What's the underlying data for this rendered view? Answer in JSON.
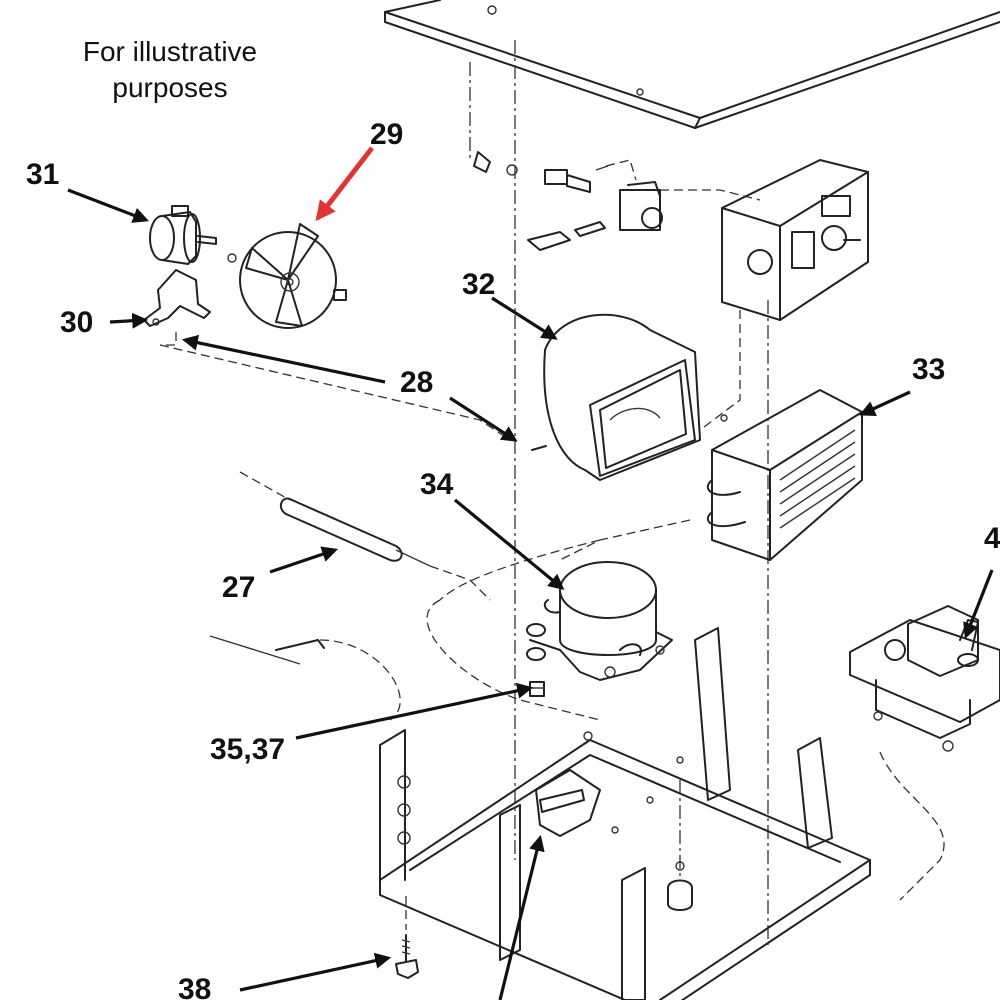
{
  "note": {
    "line1": "For illustrative",
    "line2": "purposes"
  },
  "callouts": {
    "c27": "27",
    "c28": "28",
    "c29": "29",
    "c30": "30",
    "c31": "31",
    "c32": "32",
    "c33": "33",
    "c34": "34",
    "c35_37": "35,37",
    "c38": "38",
    "c4_partial": "4"
  },
  "colors": {
    "highlight_arrow": "#e53232",
    "line": "#222222",
    "background": "#ffffff"
  }
}
